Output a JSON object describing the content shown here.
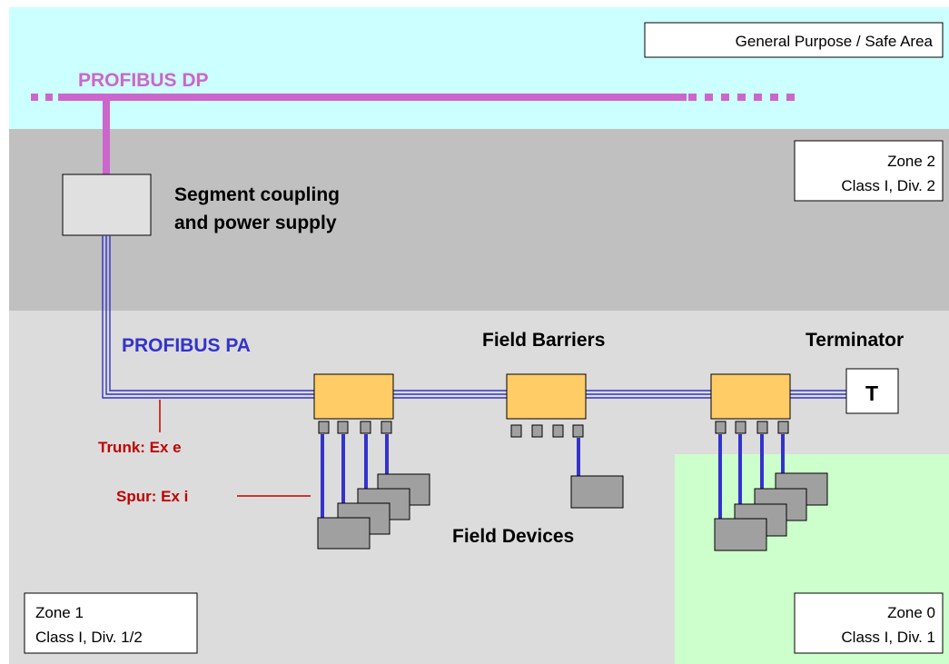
{
  "zones": {
    "safe_area": {
      "label": "General Purpose / Safe Area",
      "color": "#ccffff"
    },
    "zone2": {
      "line1": "Zone 2",
      "line2": "Class I, Div. 2",
      "color": "#c0c0c0"
    },
    "zone1": {
      "line1": "Zone 1",
      "line2": "Class I, Div. 1/2",
      "color": "#dcdcdc"
    },
    "zone0": {
      "line1": "Zone 0",
      "line2": "Class I, Div. 1",
      "color": "#ccffcc"
    }
  },
  "profibus_dp": {
    "label": "PROFIBUS DP",
    "color": "#cc66cc"
  },
  "profibus_pa": {
    "label": "PROFIBUS PA",
    "color": "#3333cc"
  },
  "segment_coupler": {
    "line1": "Segment coupling",
    "line2": "and power supply"
  },
  "field_barriers": {
    "label": "Field Barriers",
    "color": "#ffcc66"
  },
  "terminator": {
    "label": "Terminator",
    "symbol": "T"
  },
  "field_devices": {
    "label": "Field Devices",
    "color": "#a0a0a0"
  },
  "trunk": {
    "label": "Trunk: Ex e",
    "color": "#c00000"
  },
  "spur": {
    "label": "Spur: Ex i",
    "color": "#c00000"
  }
}
